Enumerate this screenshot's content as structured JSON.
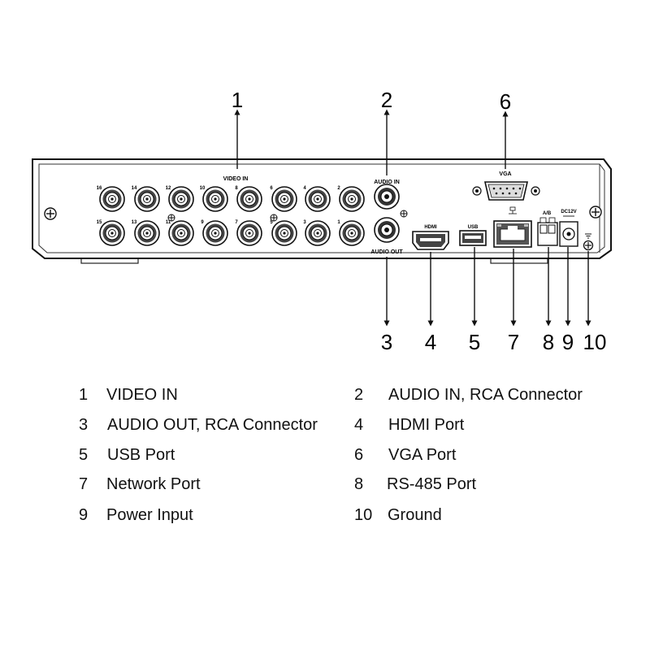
{
  "panel_labels": {
    "video_in": "VIDEO IN",
    "audio_in": "AUDIO IN",
    "audio_out": "AUDIO OUT",
    "vga": "VGA",
    "hdmi": "HDMI",
    "usb": "USB",
    "ab": "A/B",
    "dc": "DC12V"
  },
  "bnc_top_labels": [
    "16",
    "14",
    "12",
    "10",
    "8",
    "6",
    "4",
    "2"
  ],
  "bnc_bottom_labels": [
    "15",
    "13",
    "11",
    "9",
    "7",
    "5",
    "3",
    "1"
  ],
  "callouts": [
    "1",
    "2",
    "3",
    "4",
    "5",
    "6",
    "7",
    "8",
    "9",
    "10"
  ],
  "legend": [
    {
      "num": "1",
      "text": "VIDEO IN"
    },
    {
      "num": "2",
      "text": "AUDIO IN, RCA Connector"
    },
    {
      "num": "3",
      "text": "AUDIO OUT, RCA Connector"
    },
    {
      "num": "4",
      "text": "HDMI Port"
    },
    {
      "num": "5",
      "text": "USB Port"
    },
    {
      "num": "6",
      "text": "VGA Port"
    },
    {
      "num": "7",
      "text": "Network Port"
    },
    {
      "num": "8",
      "text": "RS-485 Port"
    },
    {
      "num": "9",
      "text": "Power Input"
    },
    {
      "num": "10",
      "text": "Ground"
    }
  ]
}
